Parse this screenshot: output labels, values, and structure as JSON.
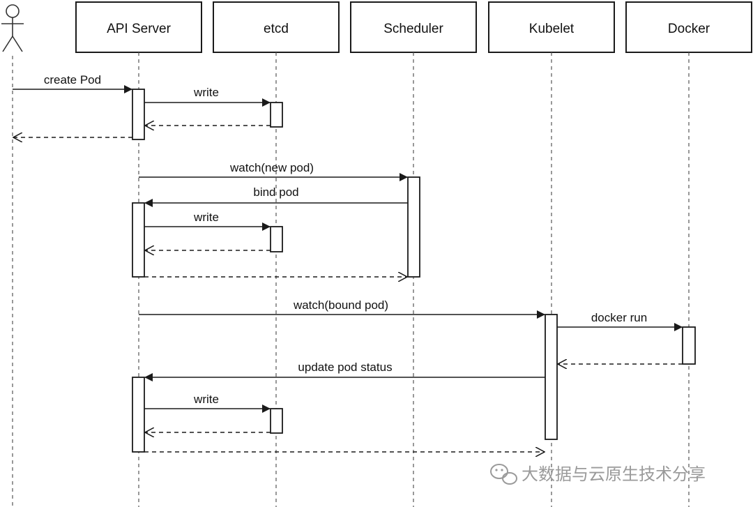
{
  "diagram": {
    "participants": [
      "API Server",
      "etcd",
      "Scheduler",
      "Kubelet",
      "Docker"
    ],
    "messages": [
      {
        "label": "create Pod"
      },
      {
        "label": "write"
      },
      {
        "label": ""
      },
      {
        "label": ""
      },
      {
        "label": "watch(new pod)"
      },
      {
        "label": "bind pod"
      },
      {
        "label": "write"
      },
      {
        "label": ""
      },
      {
        "label": ""
      },
      {
        "label": "watch(bound pod)"
      },
      {
        "label": "docker run"
      },
      {
        "label": ""
      },
      {
        "label": "update pod status"
      },
      {
        "label": "write"
      },
      {
        "label": ""
      },
      {
        "label": ""
      }
    ]
  },
  "watermark": {
    "text": "大数据与云原生技术分享",
    "icon": "wechat-icon"
  }
}
